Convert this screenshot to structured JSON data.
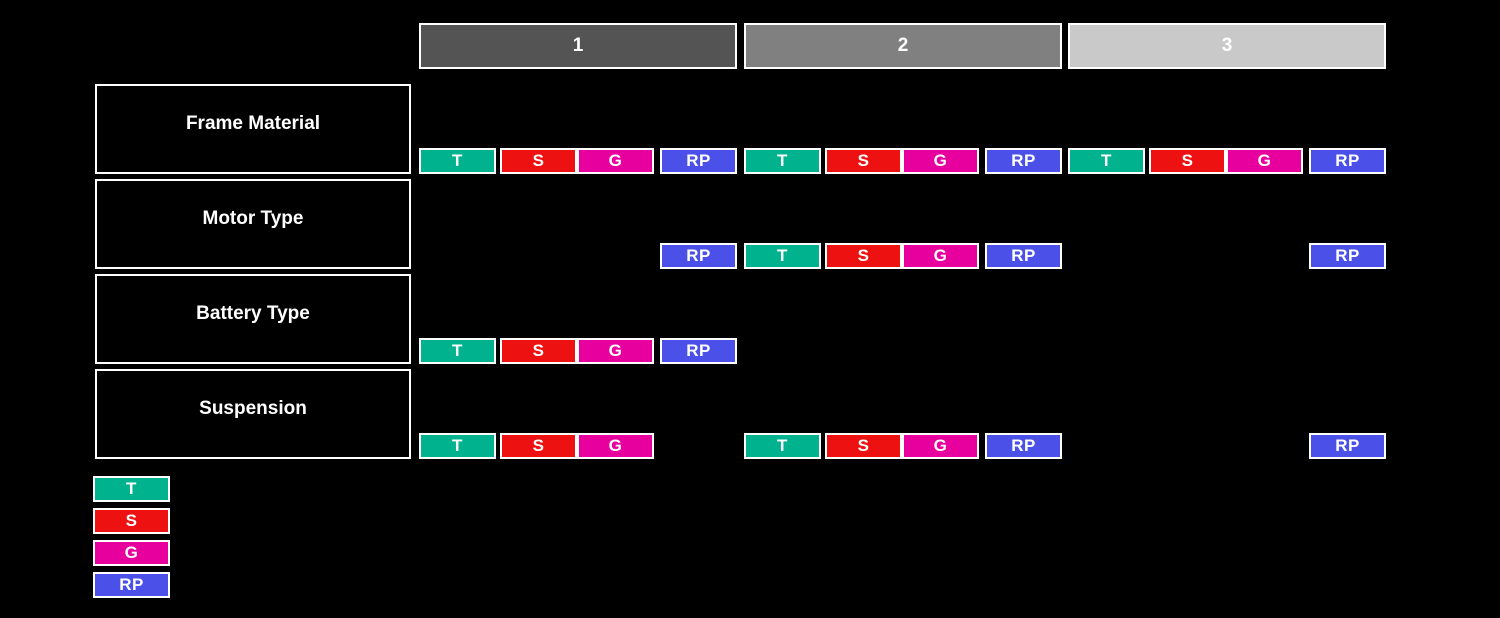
{
  "colors": {
    "background": "#000000",
    "border": "#FFFFFF",
    "text": "#FFFFFF",
    "T": "#00B28D",
    "S": "#EE1111",
    "G": "#E8009E",
    "RP": "#4A50E8",
    "col1": "#545454",
    "col2": "#808080",
    "col3": "#C9C9C9"
  },
  "columns": [
    "1",
    "2",
    "3"
  ],
  "rows": [
    {
      "label": "Frame Material",
      "groups": [
        [
          "T",
          "S",
          "G",
          "RP"
        ],
        [
          "T",
          "S",
          "G",
          "RP"
        ],
        [
          "T",
          "S",
          "G",
          "RP"
        ]
      ]
    },
    {
      "label": "Motor Type",
      "groups": [
        [
          null,
          null,
          null,
          "RP"
        ],
        [
          "T",
          "S",
          "G",
          "RP"
        ],
        [
          null,
          null,
          null,
          "RP"
        ]
      ]
    },
    {
      "label": "Battery Type",
      "groups": [
        [
          "T",
          "S",
          "G",
          "RP"
        ],
        [
          null,
          null,
          null,
          null
        ],
        [
          null,
          null,
          null,
          null
        ]
      ]
    },
    {
      "label": "Suspension",
      "groups": [
        [
          "T",
          "S",
          "G",
          null
        ],
        [
          "T",
          "S",
          "G",
          "RP"
        ],
        [
          null,
          null,
          null,
          "RP"
        ]
      ]
    }
  ],
  "legend": [
    "T",
    "S",
    "G",
    "RP"
  ]
}
